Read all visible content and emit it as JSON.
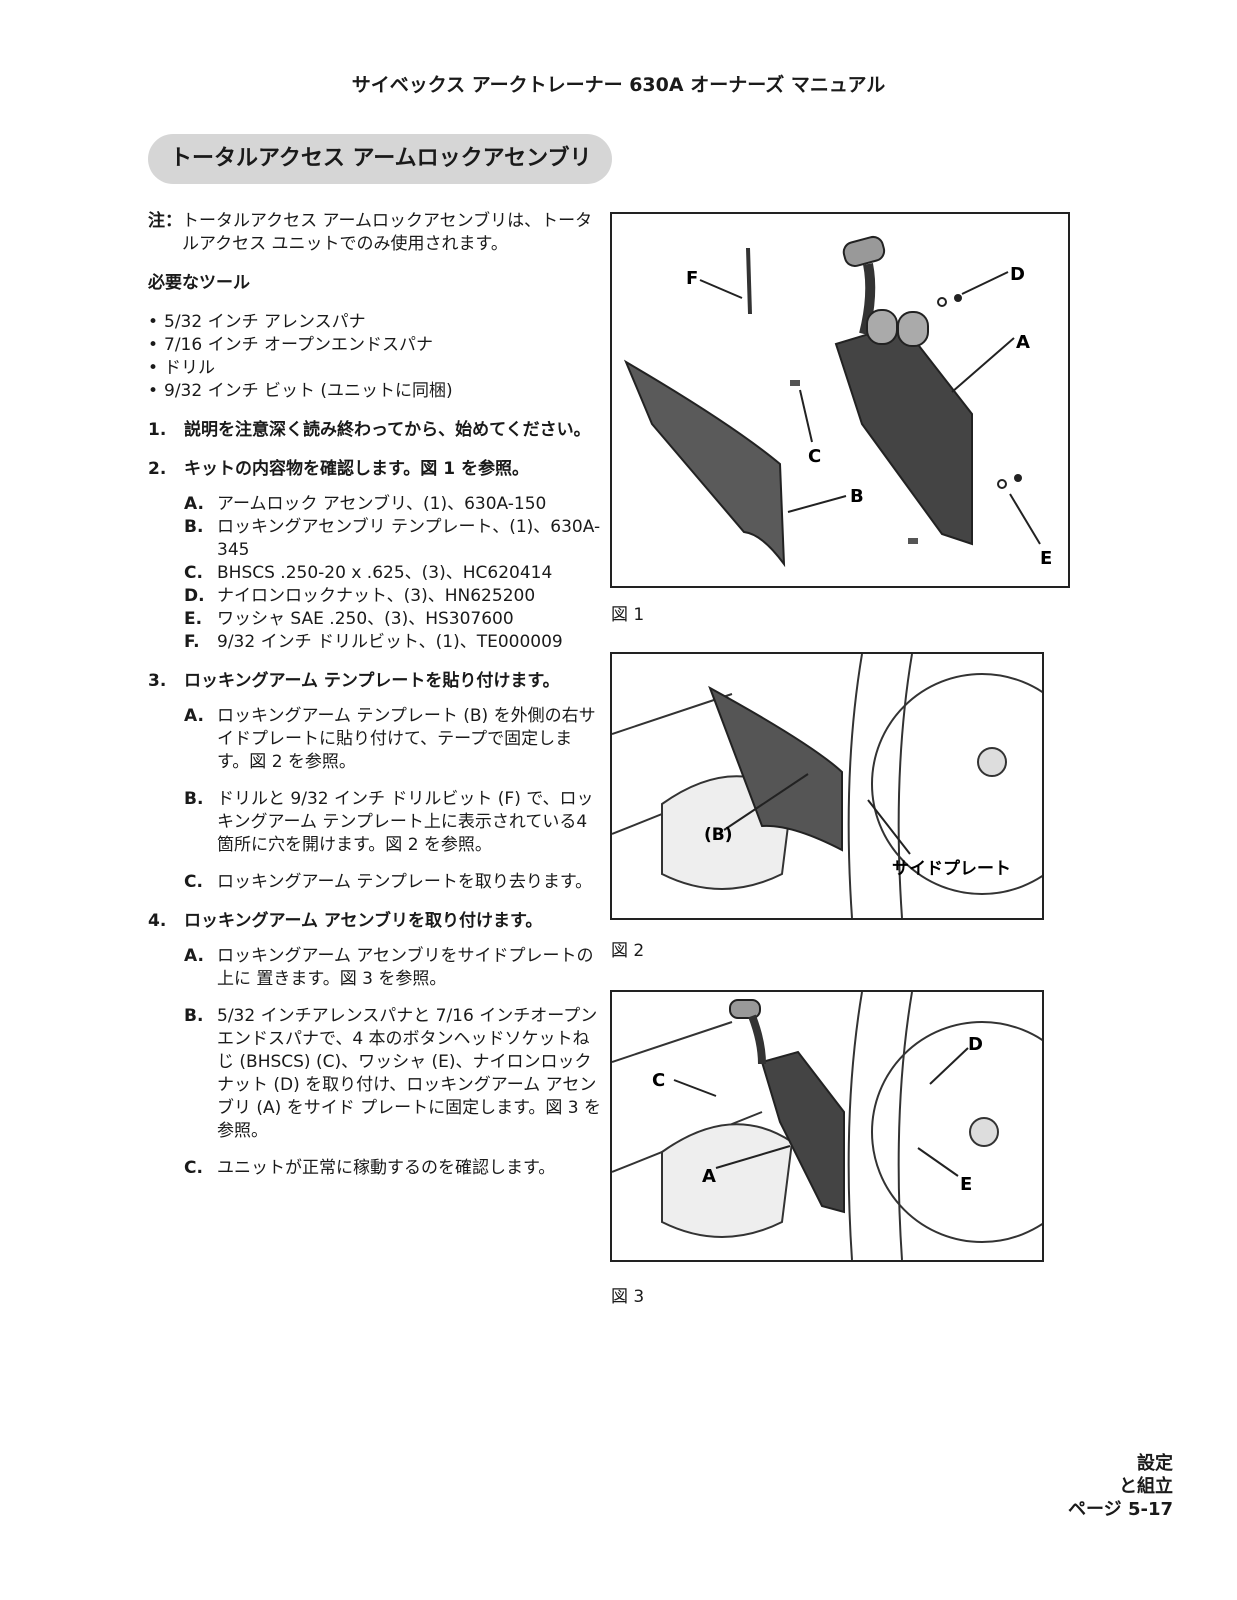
{
  "header": {
    "title": "サイベックス アークトレーナー 630A オーナーズ マニュアル"
  },
  "section": {
    "title": "トータルアクセス アームロックアセンブリ"
  },
  "note": {
    "label": "注：",
    "text": "トータルアクセス アームロックアセンブリは、トータルアクセス ユニットでのみ使用されます。"
  },
  "tools": {
    "heading": "必要なツール",
    "items": [
      "5/32 インチ アレンスパナ",
      "7/16 インチ オープンエンドスパナ",
      "ドリル",
      "9/32 インチ ビット (ユニットに同梱)"
    ]
  },
  "steps": [
    {
      "num": "1.",
      "text": "説明を注意深く読み終わってから、始めてください。",
      "items": []
    },
    {
      "num": "2.",
      "text": "キットの内容物を確認します。図 1 を参照。",
      "items": [
        {
          "letter": "A.",
          "text": "アームロック アセンブリ、(1)、630A-150"
        },
        {
          "letter": "B.",
          "text": "ロッキングアセンブリ テンプレート、(1)、630A-345"
        },
        {
          "letter": "C.",
          "text": "BHSCS .250-20 x .625、(3)、HC620414"
        },
        {
          "letter": "D.",
          "text": "ナイロンロックナット、(3)、HN625200"
        },
        {
          "letter": "E.",
          "text": "ワッシャ SAE .250、(3)、HS307600"
        },
        {
          "letter": "F.",
          "text": "9/32 インチ ドリルビット、(1)、TE000009"
        }
      ]
    },
    {
      "num": "3.",
      "text": "ロッキングアーム テンプレートを貼り付けます。",
      "items": [
        {
          "letter": "A.",
          "text": "ロッキングアーム テンプレート (B) を外側の右サイドプレートに貼り付けて、テープで固定します。図 2 を参照。"
        },
        {
          "letter": "B.",
          "text": "ドリルと 9/32 インチ ドリルビット (F) で、ロッキングアーム テンプレート上に表示されている4 箇所に穴を開けます。図 2 を参照。"
        },
        {
          "letter": "C.",
          "text": "ロッキングアーム テンプレートを取り去ります。"
        }
      ]
    },
    {
      "num": "4.",
      "text": "ロッキングアーム アセンブリを取り付けます。",
      "items": [
        {
          "letter": "A.",
          "text": "ロッキングアーム アセンブリをサイドプレートの上に 置きます。図 3 を参照。"
        },
        {
          "letter": "B.",
          "text": "5/32 インチアレンスパナと 7/16 インチオープンエンドスパナで、4 本のボタンヘッドソケットねじ (BHSCS) (C)、ワッシャ (E)、ナイロンロックナット (D) を取り付け、ロッキングアーム アセンブリ (A) をサイド プレートに固定します。図 3 を参照。"
        },
        {
          "letter": "C.",
          "text": "ユニットが正常に稼動するのを確認します。"
        }
      ]
    }
  ],
  "figures": [
    {
      "caption": "図 1",
      "labels": {
        "a": "A",
        "b": "B",
        "c": "C",
        "d": "D",
        "e": "E",
        "f": "F"
      }
    },
    {
      "caption": "図 2",
      "labels": {
        "b": "(B)",
        "side": "サイドプレート"
      }
    },
    {
      "caption": "図 3",
      "labels": {
        "a": "A",
        "c": "C",
        "d": "D",
        "e": "E"
      }
    }
  ],
  "footer": {
    "line1": "設定",
    "line2": "と組立",
    "line3": "ページ 5-17"
  }
}
